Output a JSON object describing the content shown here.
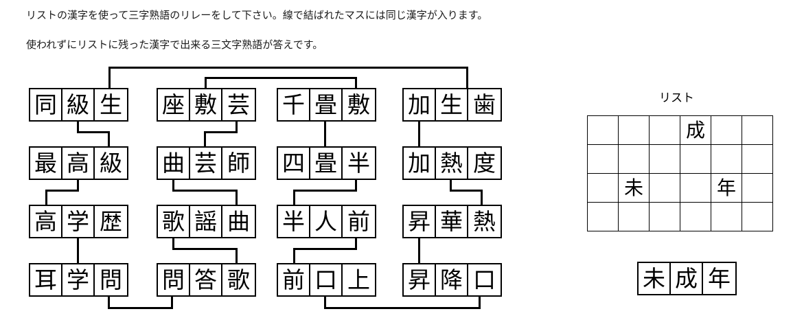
{
  "instructions": {
    "line1": "リストの漢字を使って三字熟語のリレーをして下さい。線で結ばれたマスには同じ漢字が入ります。",
    "line2": "使われずにリストに残った漢字で出来る三文字熟語が答えです。"
  },
  "puzzle": {
    "columns": [
      {
        "index": 1,
        "words": [
          {
            "row": 1,
            "chars": [
              "同",
              "級",
              "生"
            ]
          },
          {
            "row": 2,
            "chars": [
              "最",
              "高",
              "級"
            ]
          },
          {
            "row": 3,
            "chars": [
              "高",
              "学",
              "歴"
            ]
          },
          {
            "row": 4,
            "chars": [
              "耳",
              "学",
              "問"
            ]
          }
        ]
      },
      {
        "index": 2,
        "words": [
          {
            "row": 1,
            "chars": [
              "座",
              "敷",
              "芸"
            ]
          },
          {
            "row": 2,
            "chars": [
              "曲",
              "芸",
              "師"
            ]
          },
          {
            "row": 3,
            "chars": [
              "歌",
              "謡",
              "曲"
            ]
          },
          {
            "row": 4,
            "chars": [
              "問",
              "答",
              "歌"
            ]
          }
        ]
      },
      {
        "index": 3,
        "words": [
          {
            "row": 1,
            "chars": [
              "千",
              "畳",
              "敷"
            ]
          },
          {
            "row": 2,
            "chars": [
              "四",
              "畳",
              "半"
            ]
          },
          {
            "row": 3,
            "chars": [
              "半",
              "人",
              "前"
            ]
          },
          {
            "row": 4,
            "chars": [
              "前",
              "口",
              "上"
            ]
          }
        ]
      },
      {
        "index": 4,
        "words": [
          {
            "row": 1,
            "chars": [
              "加",
              "生",
              "歯"
            ]
          },
          {
            "row": 2,
            "chars": [
              "加",
              "熱",
              "度"
            ]
          },
          {
            "row": 3,
            "chars": [
              "昇",
              "華",
              "熱"
            ]
          },
          {
            "row": 4,
            "chars": [
              "昇",
              "降",
              "口"
            ]
          }
        ]
      }
    ]
  },
  "list": {
    "title": "リスト",
    "rows": [
      [
        "",
        "",
        "",
        "成",
        "",
        ""
      ],
      [
        "",
        "",
        "",
        "",
        "",
        ""
      ],
      [
        "",
        "未",
        "",
        "",
        "年",
        ""
      ],
      [
        "",
        "",
        "",
        "",
        "",
        ""
      ]
    ]
  },
  "answer": {
    "chars": [
      "未",
      "成",
      "年"
    ]
  }
}
